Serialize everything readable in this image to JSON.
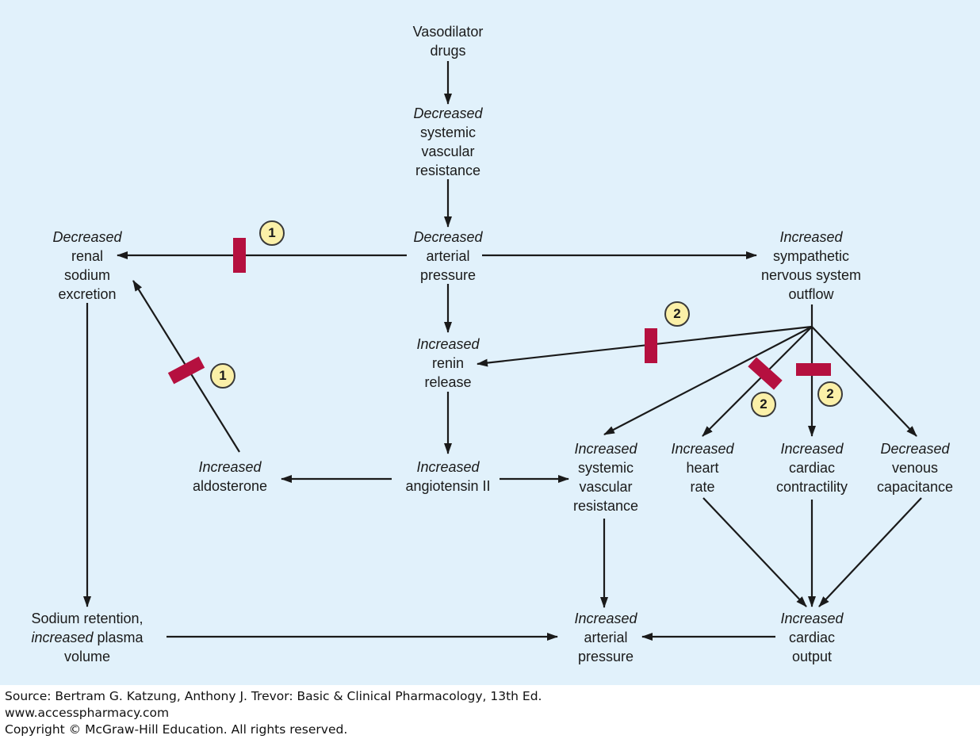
{
  "nodes": {
    "vasodilator": [
      "Vasodilator",
      "drugs"
    ],
    "dec_svr": {
      "em": "Decreased",
      "lines": [
        "systemic",
        "vascular",
        "resistance"
      ]
    },
    "dec_ap": {
      "em": "Decreased",
      "lines": [
        "arterial",
        "pressure"
      ]
    },
    "dec_renal": {
      "em": "Decreased",
      "lines": [
        "renal",
        "sodium",
        "excretion"
      ]
    },
    "inc_symp": {
      "em": "Increased",
      "lines": [
        "sympathetic",
        "nervous system",
        "outflow"
      ]
    },
    "inc_renin": {
      "em": "Increased",
      "lines": [
        "renin",
        "release"
      ]
    },
    "inc_angio": {
      "em": "Increased",
      "lines": [
        "angiotensin II"
      ]
    },
    "inc_aldo": {
      "em": "Increased",
      "lines": [
        "aldosterone"
      ]
    },
    "inc_svr": {
      "em": "Increased",
      "lines": [
        "systemic",
        "vascular",
        "resistance"
      ]
    },
    "inc_hr": {
      "em": "Increased",
      "lines": [
        "heart",
        "rate"
      ]
    },
    "inc_contract": {
      "em": "Increased",
      "lines": [
        "cardiac",
        "contractility"
      ]
    },
    "dec_venous": {
      "em": "Decreased",
      "lines": [
        "venous",
        "capacitance"
      ]
    },
    "sodium_ret": {
      "line1": "Sodium retention,",
      "em": "increased",
      "line2_rest": " plasma",
      "line3": "volume"
    },
    "inc_ap": {
      "em": "Increased",
      "lines": [
        "arterial",
        "pressure"
      ]
    },
    "inc_co": {
      "em": "Increased",
      "lines": [
        "cardiac",
        "output"
      ]
    }
  },
  "badges": {
    "b1a": "1",
    "b1b": "1",
    "b2a": "2",
    "b2b": "2",
    "b2c": "2"
  },
  "colors": {
    "background": "#e1f1fb",
    "blocker": "#b5103f",
    "badge": "#fbf0a8",
    "arrow": "#1a1a1a"
  },
  "footer": {
    "source": "Source: Bertram G. Katzung, Anthony J. Trevor: Basic & Clinical Pharmacology, 13th Ed.",
    "url": "www.accesspharmacy.com",
    "copyright": "Copyright © McGraw-Hill Education. All rights reserved."
  }
}
